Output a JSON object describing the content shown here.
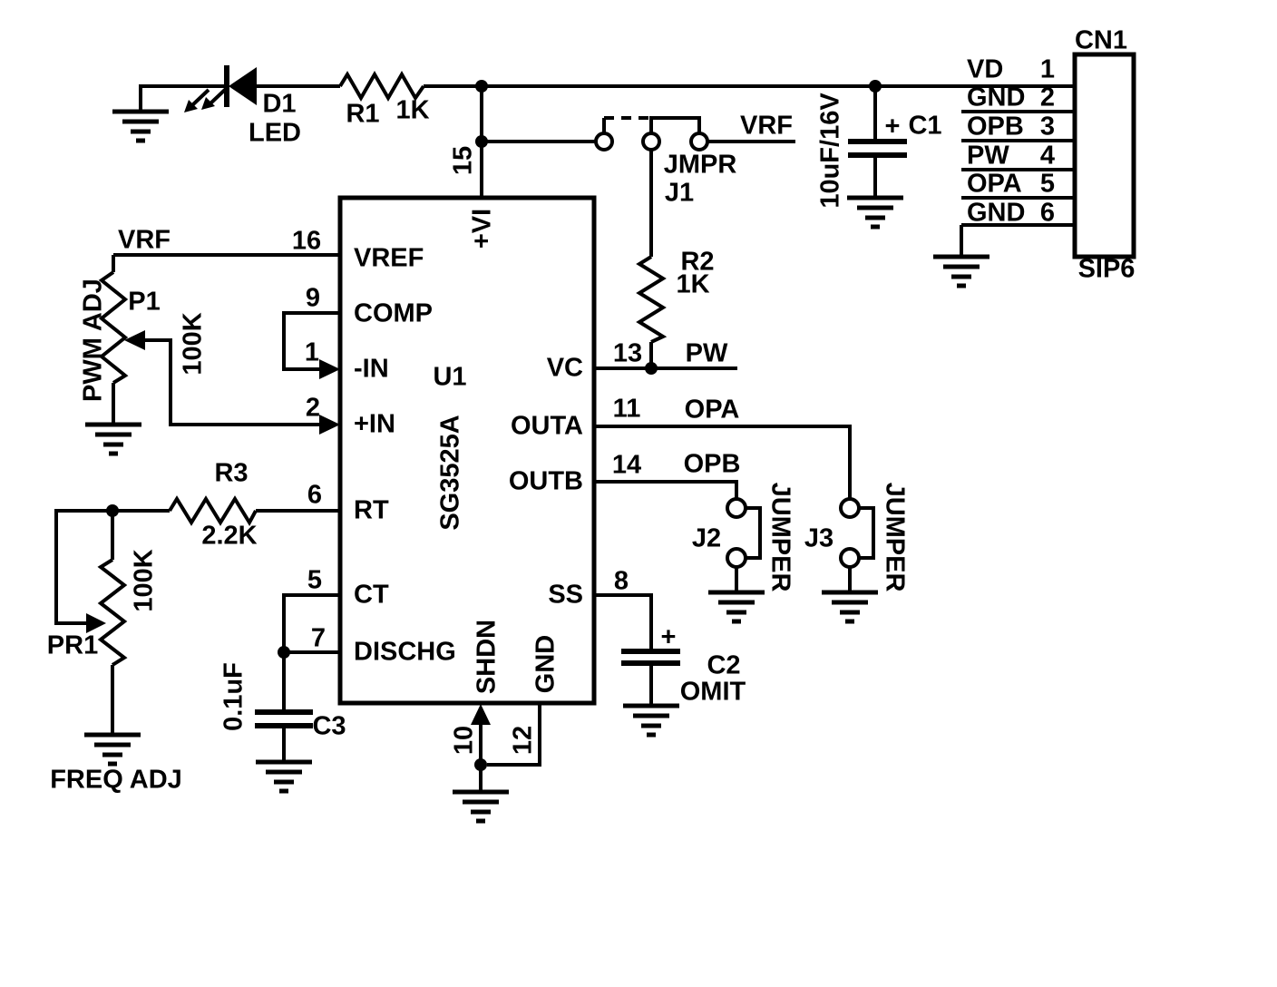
{
  "components": {
    "d1": {
      "ref": "D1",
      "type": "LED"
    },
    "r1": {
      "ref": "R1",
      "value": "1K"
    },
    "r2": {
      "ref": "R2",
      "value": "1K"
    },
    "r3": {
      "ref": "R3",
      "value": "2.2K"
    },
    "p1": {
      "ref": "P1",
      "value": "100K",
      "function": "PWM ADJ"
    },
    "pr1": {
      "ref": "PR1",
      "value": "100K",
      "function": "FREQ ADJ"
    },
    "c1": {
      "ref": "C1",
      "value": "10uF/16V",
      "polarity": "+"
    },
    "c2": {
      "ref": "C2",
      "note": "OMIT",
      "polarity": "+"
    },
    "c3": {
      "ref": "C3",
      "value": "0.1uF"
    },
    "j1": {
      "ref": "J1",
      "label": "JMPR"
    },
    "j2": {
      "ref": "J2",
      "label": "JUMPER"
    },
    "j3": {
      "ref": "J3",
      "label": "JUMPER"
    }
  },
  "ic": {
    "ref": "U1",
    "part": "SG3525A",
    "pins": {
      "vref": {
        "num": "16",
        "name": "VREF"
      },
      "comp": {
        "num": "9",
        "name": "COMP"
      },
      "minus_in": {
        "num": "1",
        "name": "-IN"
      },
      "plus_in": {
        "num": "2",
        "name": "+IN"
      },
      "rt": {
        "num": "6",
        "name": "RT"
      },
      "ct": {
        "num": "5",
        "name": "CT"
      },
      "dischg": {
        "num": "7",
        "name": "DISCHG"
      },
      "vi": {
        "num": "15",
        "name": "+VI"
      },
      "vc": {
        "num": "13",
        "name": "VC"
      },
      "outa": {
        "num": "11",
        "name": "OUTA"
      },
      "outb": {
        "num": "14",
        "name": "OUTB"
      },
      "ss": {
        "num": "8",
        "name": "SS"
      },
      "shdn": {
        "num": "10",
        "name": "SHDN"
      },
      "gnd": {
        "num": "12",
        "name": "GND"
      }
    }
  },
  "connector": {
    "ref": "CN1",
    "type": "SIP6",
    "pins": [
      {
        "name": "VD",
        "num": "1"
      },
      {
        "name": "GND",
        "num": "2"
      },
      {
        "name": "OPB",
        "num": "3"
      },
      {
        "name": "PW",
        "num": "4"
      },
      {
        "name": "OPA",
        "num": "5"
      },
      {
        "name": "GND",
        "num": "6"
      }
    ]
  },
  "nets": {
    "vrf": "VRF",
    "pw": "PW",
    "opa": "OPA",
    "opb": "OPB"
  }
}
